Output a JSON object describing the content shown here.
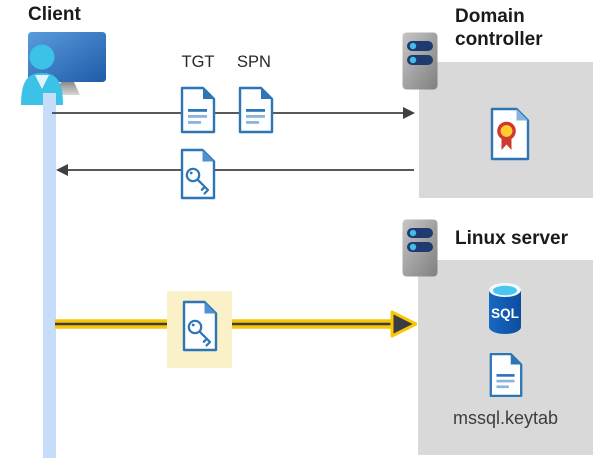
{
  "client": {
    "label": "Client"
  },
  "flow": {
    "request_labels": {
      "tgt": "TGT",
      "spn": "SPN"
    }
  },
  "domain_controller": {
    "label": "Domain controller"
  },
  "linux_server": {
    "label": "Linux server",
    "sql_text": "SQL",
    "keytab_label": "mssql.keytab"
  },
  "icons": {
    "client": "client-workstation-icon",
    "domain_controller": "server-icon",
    "linux_server": "server-icon",
    "tgt": "document-icon",
    "spn": "document-icon",
    "service_ticket": "key-document-icon",
    "certificate": "certificate-document-icon",
    "database": "sql-database-icon",
    "keytab_file": "document-icon"
  },
  "colors": {
    "doc_blue": "#2E75B6",
    "box_gray": "#D9D9D9",
    "timeline_blue": "#C5DDF8",
    "highlight_yellow": "#FAF1C9",
    "arrow_yellow": "#F9C606",
    "arrow_dark": "#3B3B44",
    "arrow_gray": "#58595B",
    "server_navy": "#1E3A6E",
    "server_dot_cyan": "#45BCE8",
    "sql_blue": "#1161B8",
    "person_cyan": "#3BC2E6",
    "cert_red": "#CE3A30",
    "cert_gold": "#FFCB2E"
  }
}
